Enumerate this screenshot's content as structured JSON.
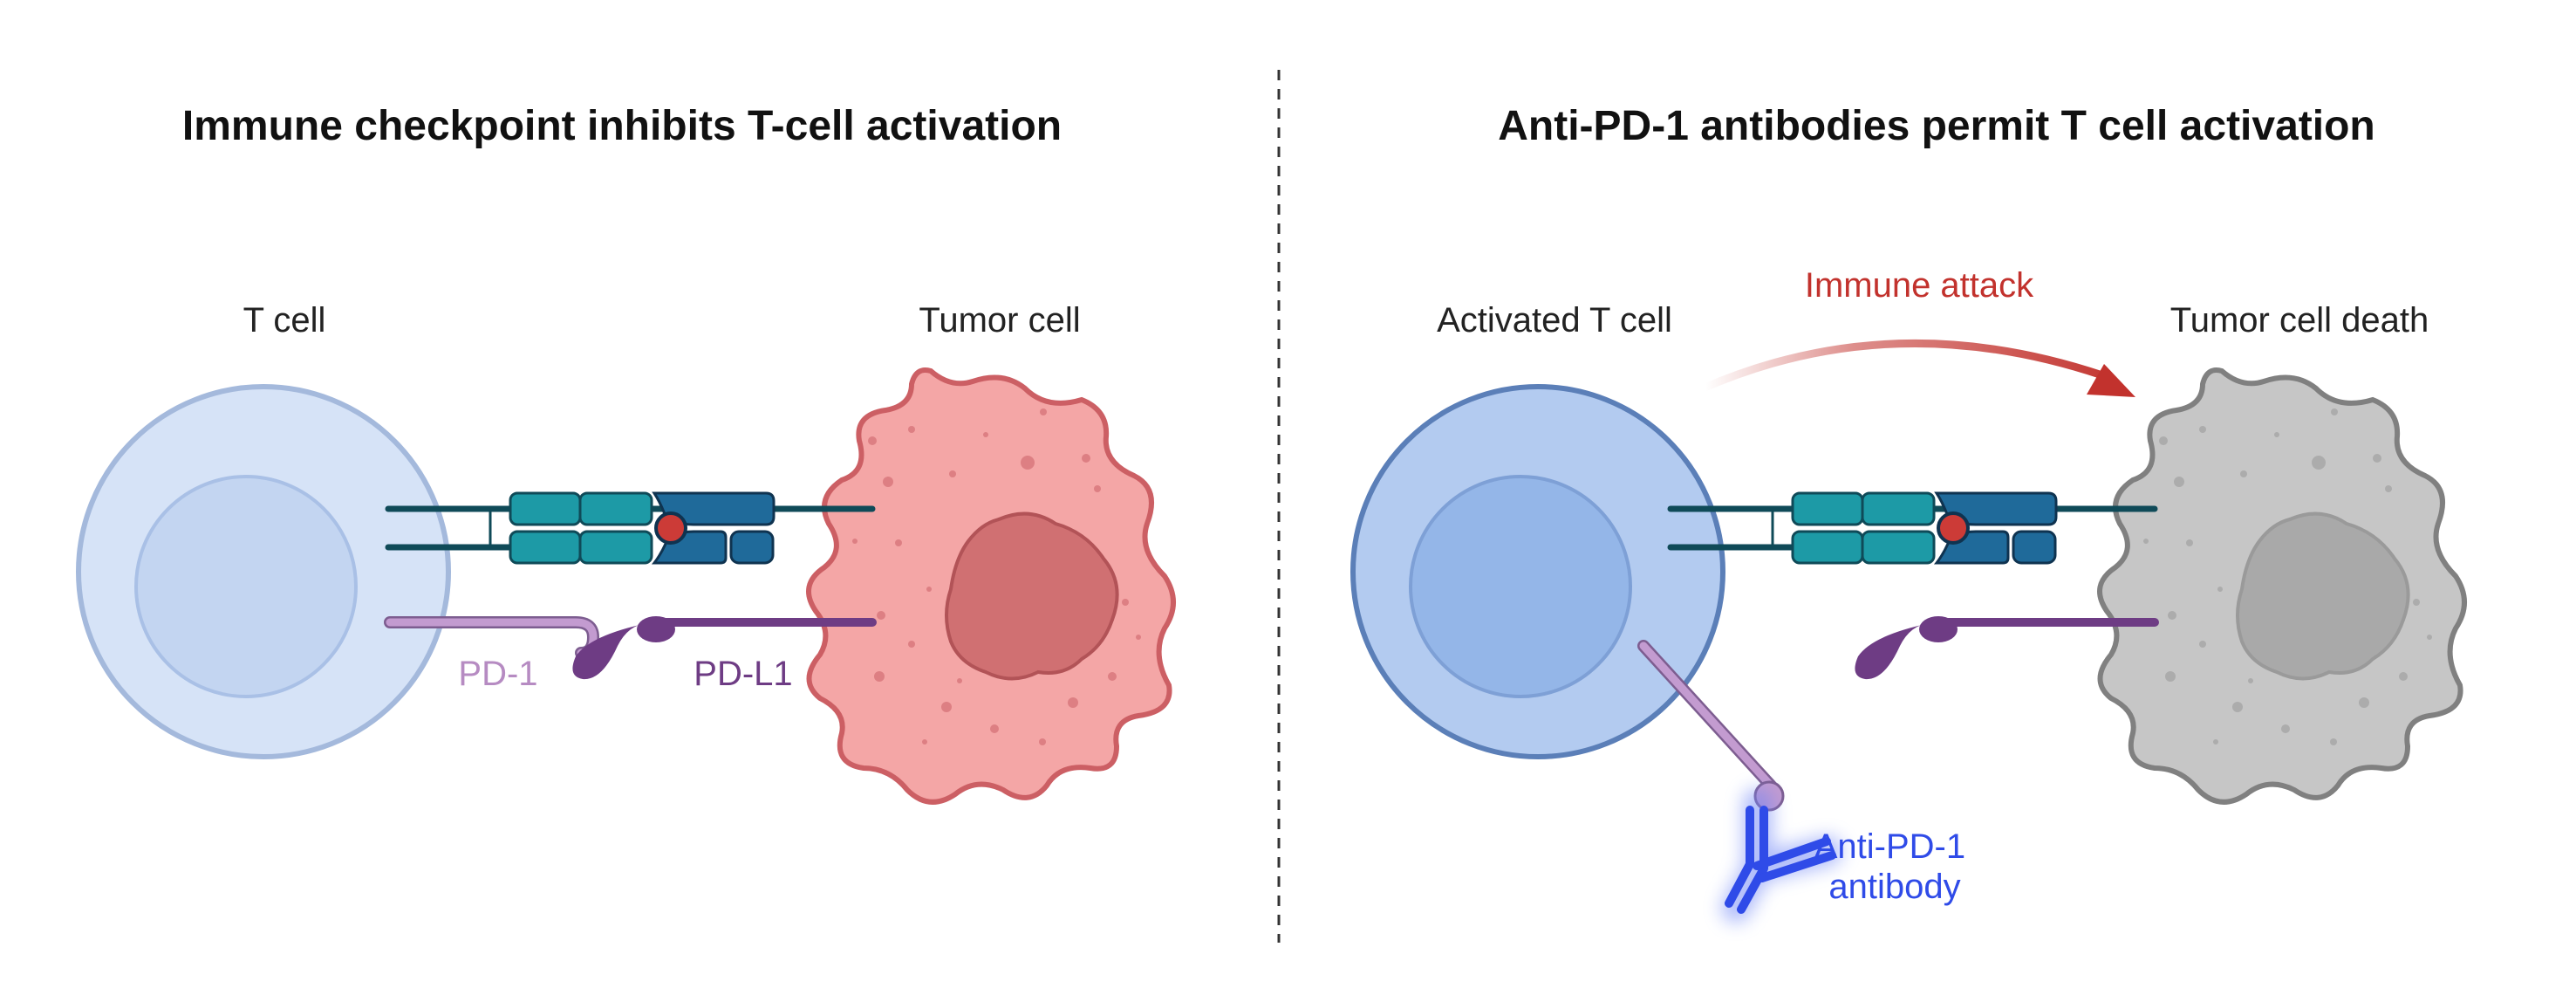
{
  "left_panel": {
    "title": "Immune checkpoint inhibits T-cell activation",
    "t_cell_label": "T cell",
    "tumor_cell_label": "Tumor cell",
    "pd1_label": "PD-1",
    "pdl1_label": "PD-L1"
  },
  "right_panel": {
    "title": "Anti-PD-1 antibodies permit T cell activation",
    "t_cell_label": "Activated T cell",
    "tumor_cell_label": "Tumor cell death",
    "attack_label": "Immune attack",
    "antibody_label_line1": "Anti-PD-1",
    "antibody_label_line2": "antibody"
  },
  "colors": {
    "t_cell_fill": "#d6e3f7",
    "t_cell_stroke": "#a4b9dc",
    "activated_t_cell_fill": "#b3cbf0",
    "activated_t_cell_stroke": "#5b7fb8",
    "tumor_fill": "#f4a6a6",
    "tumor_stroke": "#cc5f64",
    "dead_tumor_fill": "#c6c6c6",
    "dead_tumor_stroke": "#808080",
    "mhc_teal": "#1d9aa6",
    "tcr_blue": "#1f6a9a",
    "antigen_red": "#cc3b37",
    "pd1_color": "#b68bc2",
    "pdl1_color": "#6e3c84",
    "attack_red": "#c2322d",
    "antibody_blue": "#2f4be8"
  }
}
